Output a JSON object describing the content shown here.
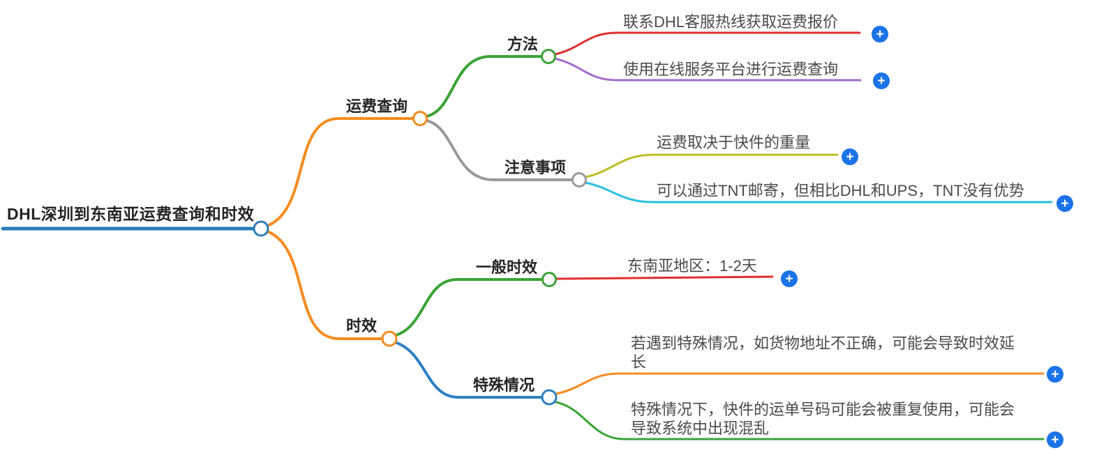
{
  "diagram": {
    "type": "mindmap"
  },
  "colors": {
    "root_blue": "#2b7cba",
    "orange": "#f68b1f",
    "green": "#3aa335",
    "gray": "#9a9a9a",
    "red": "#e22d2d",
    "purple": "#a36cc9",
    "olive": "#bcbd22",
    "cyan": "#25c0dc",
    "blue": "#2e7fc2",
    "plus_blue": "#1a73e8"
  },
  "icons": {
    "plus_glyph": "+"
  },
  "mindmap": {
    "root": {
      "label": "DHL深圳到东南亚运费查询和时效",
      "color": "#2b7cba"
    },
    "branches": [
      {
        "label": "运费查询",
        "color": "#f68b1f",
        "children": [
          {
            "label": "方法",
            "color": "#3aa335",
            "children": [
              {
                "label": "联系DHL客服热线获取运费报价",
                "color": "#e22d2d"
              },
              {
                "label": "使用在线服务平台进行运费查询",
                "color": "#a36cc9"
              }
            ]
          },
          {
            "label": "注意事项",
            "color": "#9a9a9a",
            "children": [
              {
                "label": "运费取决于快件的重量",
                "color": "#bcbd22"
              },
              {
                "label": "可以通过TNT邮寄，但相比DHL和UPS，TNT没有优势",
                "color": "#25c0dc"
              }
            ]
          }
        ]
      },
      {
        "label": "时效",
        "color": "#f68b1f",
        "children": [
          {
            "label": "一般时效",
            "color": "#3aa335",
            "children": [
              {
                "label": "东南亚地区：1-2天",
                "color": "#e22d2d"
              }
            ]
          },
          {
            "label": "特殊情况",
            "color": "#2e7fc2",
            "children": [
              {
                "label": "若遇到特殊情况，如货物地址不正确，可能会导致时效延长",
                "lines": [
                  "若遇到特殊情况，如货物地址不正确，可能会导致时效延",
                  "长"
                ],
                "color": "#f68b1f"
              },
              {
                "label": "特殊情况下，快件的运单号码可能会被重复使用，可能会导致系统中出现混乱",
                "lines": [
                  "特殊情况下，快件的运单号码可能会被重复使用，可能会",
                  "导致系统中出现混乱"
                ],
                "color": "#3aa335"
              }
            ]
          }
        ]
      }
    ]
  }
}
